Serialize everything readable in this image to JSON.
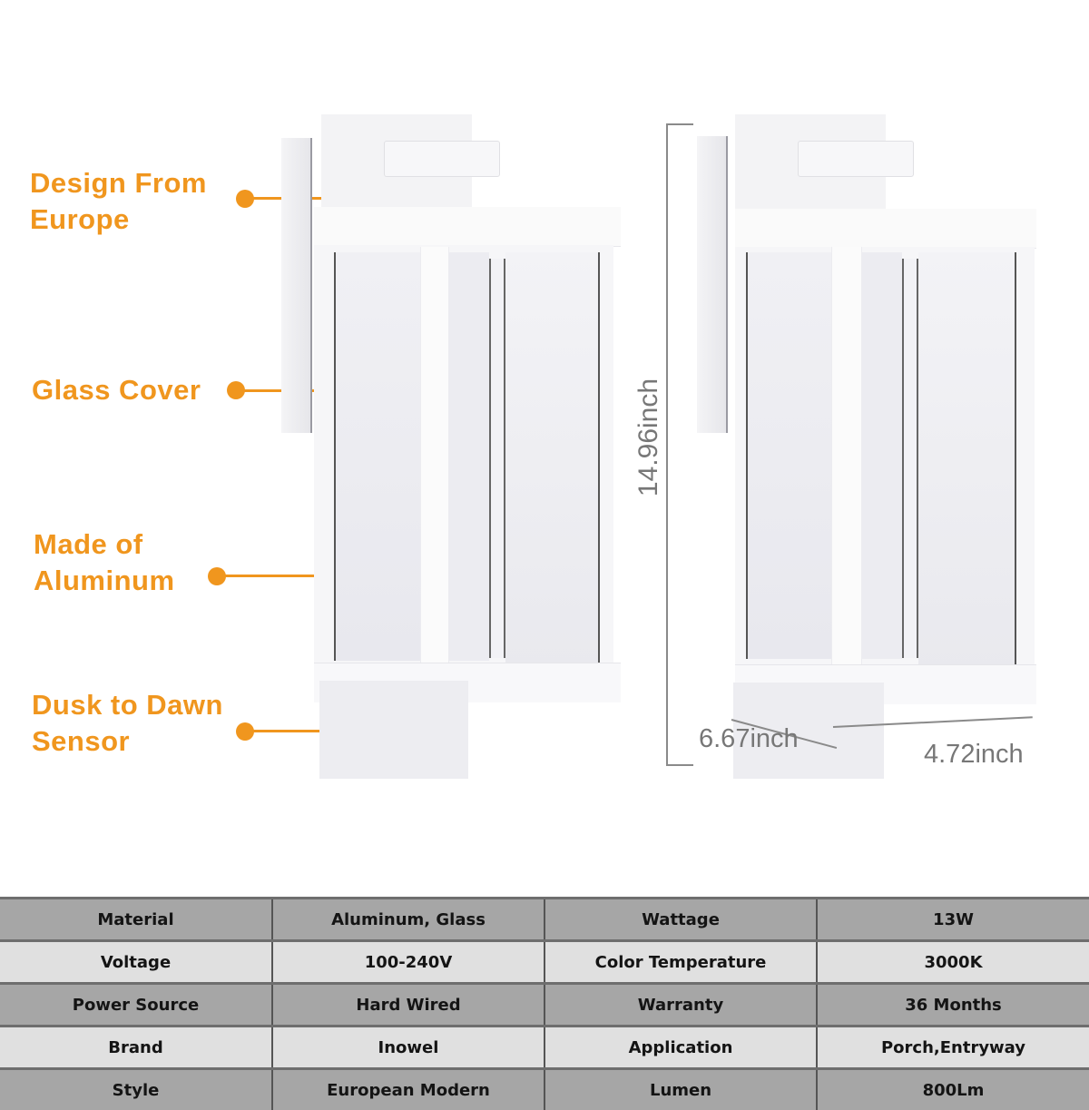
{
  "callouts": [
    {
      "line1": "Design From",
      "line2": "Europe"
    },
    {
      "line1": "Glass Cover",
      "line2": ""
    },
    {
      "line1": "Made of",
      "line2": "Aluminum"
    },
    {
      "line1": "Dusk to Dawn",
      "line2": "Sensor"
    }
  ],
  "dimensions": {
    "height": "14.96inch",
    "depth": "6.67inch",
    "width": "4.72inch"
  },
  "colors": {
    "accent": "#f0961e",
    "table_dark": "#a6a6a6",
    "table_light": "#e0e0e0"
  },
  "specs": [
    {
      "label1": "Material",
      "value1": "Aluminum, Glass",
      "label2": "Wattage",
      "value2": "13W"
    },
    {
      "label1": "Voltage",
      "value1": "100-240V",
      "label2": "Color Temperature",
      "value2": "3000K"
    },
    {
      "label1": "Power Source",
      "value1": "Hard Wired",
      "label2": "Warranty",
      "value2": "36 Months"
    },
    {
      "label1": "Brand",
      "value1": "Inowel",
      "label2": "Application",
      "value2": "Porch,Entryway"
    },
    {
      "label1": "Style",
      "value1": "European Modern",
      "label2": "Lumen",
      "value2": "800Lm"
    }
  ]
}
